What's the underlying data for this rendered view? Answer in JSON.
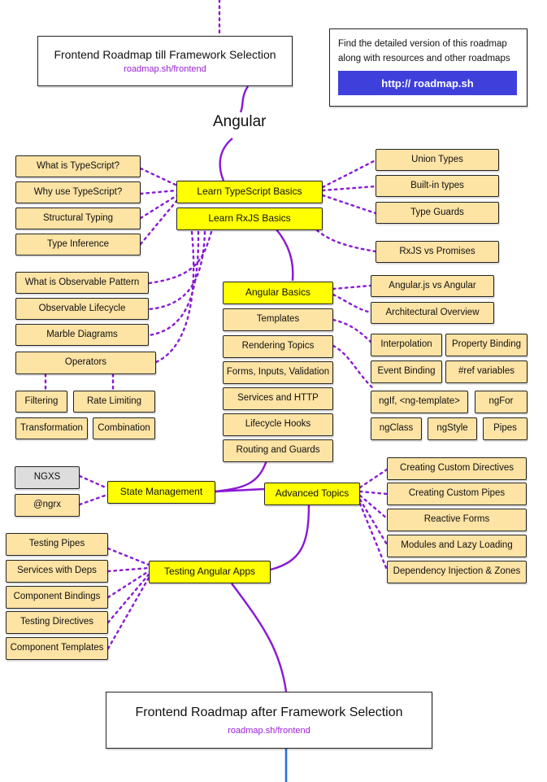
{
  "header": {
    "top_box_title": "Frontend Roadmap till Framework Selection",
    "top_box_link": "roadmap.sh/frontend",
    "info_text_1": "Find the detailed version of this roadmap",
    "info_text_2": "along with resources and other roadmaps",
    "info_button": "http:// roadmap.sh"
  },
  "main_title": "Angular",
  "typescript": {
    "main": "Learn TypeScript Basics",
    "left": [
      "What is TypeScript?",
      "Why use TypeScript?",
      "Structural Typing",
      "Type Inference"
    ],
    "right": [
      "Union Types",
      "Built-in types",
      "Type Guards"
    ]
  },
  "rxjs": {
    "main": "Learn RxJS Basics",
    "right": "RxJS vs Promises",
    "left": [
      "What is Observable Pattern",
      "Observable Lifecycle",
      "Marble Diagrams",
      "Operators"
    ],
    "operators": [
      "Filtering",
      "Rate Limiting",
      "Transformation",
      "Combination"
    ]
  },
  "basics": {
    "main": "Angular Basics",
    "right": [
      "Angular.js vs Angular",
      "Architectural Overview"
    ],
    "stack": [
      "Templates",
      "Rendering Topics",
      "Forms, Inputs, Validation",
      "Services and HTTP",
      "Lifecycle Hooks",
      "Routing and Guards"
    ],
    "templates": [
      "Interpolation",
      "Property Binding",
      "Event Binding",
      "#ref variables"
    ],
    "rendering": [
      "ngIf, <ng-template>",
      "ngFor",
      "ngClass",
      "ngStyle",
      "Pipes"
    ]
  },
  "state": {
    "main": "State Management",
    "left": [
      "NGXS",
      "@ngrx"
    ]
  },
  "advanced": {
    "main": "Advanced Topics",
    "right": [
      "Creating Custom Directives",
      "Creating Custom Pipes",
      "Reactive Forms",
      "Modules and Lazy Loading",
      "Dependency Injection & Zones"
    ]
  },
  "testing": {
    "main": "Testing Angular Apps",
    "left": [
      "Testing Pipes",
      "Services with Deps",
      "Component Bindings",
      "Testing Directives",
      "Component Templates"
    ]
  },
  "footer": {
    "title": "Frontend Roadmap after Framework Selection",
    "link": "roadmap.sh/frontend"
  },
  "colors": {
    "main_node": "#ffff00",
    "sub_node": "#fde3a4",
    "grey_node": "#dddddd",
    "edge": "#8a19d6",
    "link": "#9b1fd6",
    "button": "#3f3fdc",
    "exit_line": "#2b6fd9"
  }
}
